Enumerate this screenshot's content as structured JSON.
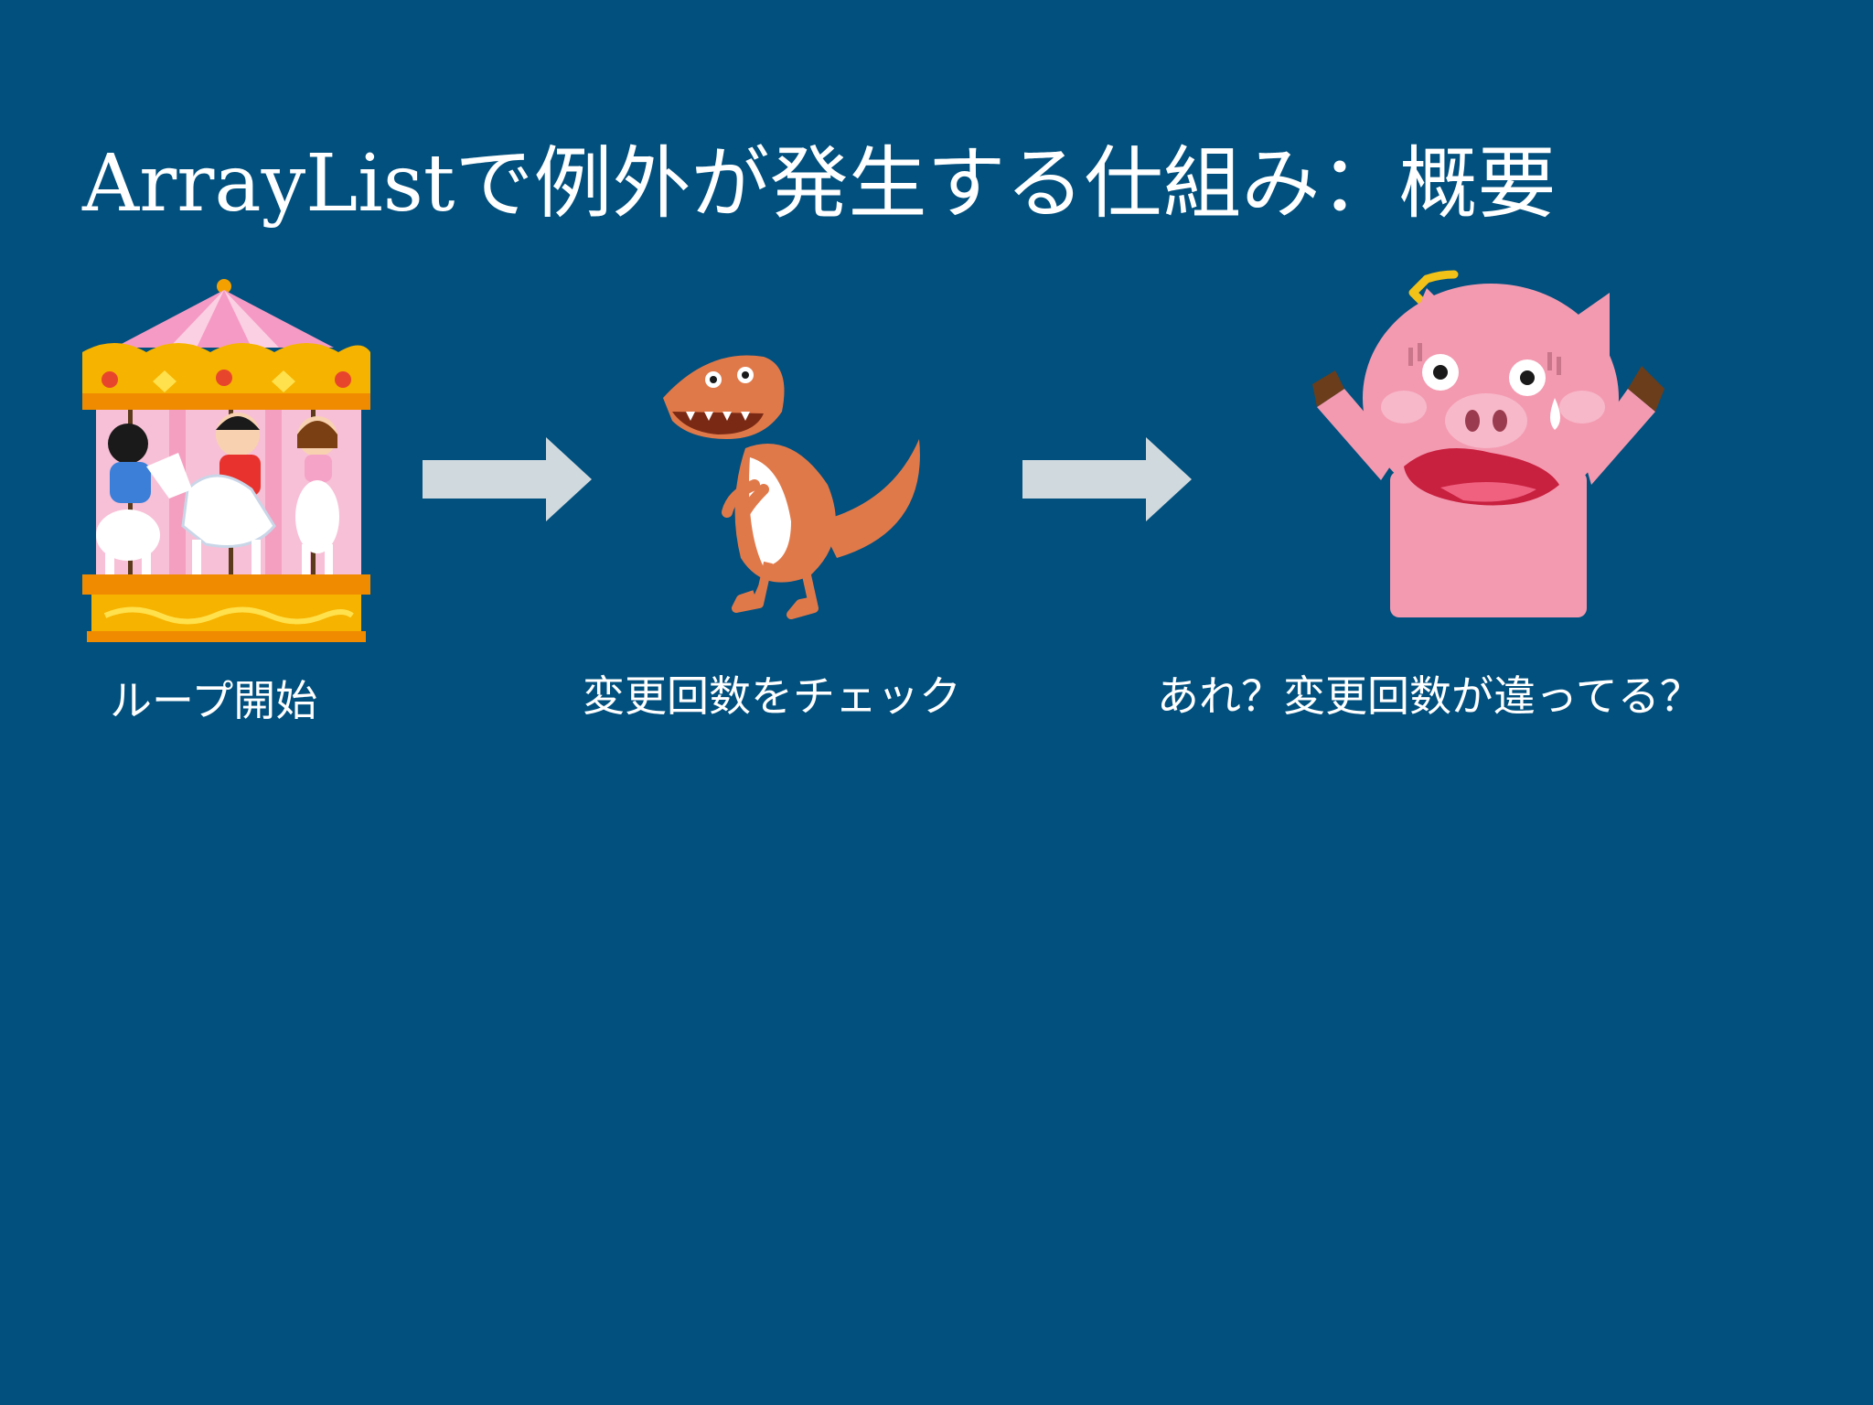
{
  "slide": {
    "title": "ArrayListで例外が発生する仕組み：概要",
    "background_color": "#01507e",
    "steps": [
      {
        "caption": "ループ開始",
        "illustration": "merry-go-round-icon"
      },
      {
        "caption": "変更回数をチェック",
        "illustration": "dinosaur-icon"
      },
      {
        "caption": "あれ？変更回数が違ってる？",
        "illustration": "surprised-pig-icon"
      }
    ],
    "arrow_color": "#d0d9de"
  }
}
